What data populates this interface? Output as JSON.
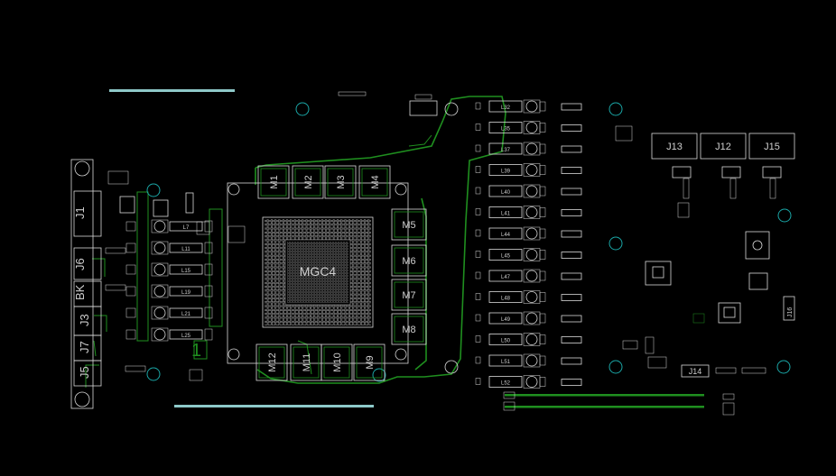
{
  "board": {
    "gpu_label": "MGC4",
    "memory_labels": [
      "M1",
      "M2",
      "M3",
      "M4",
      "M5",
      "M6",
      "M7",
      "M8",
      "M9",
      "M10",
      "M11",
      "M12"
    ],
    "left_connector_labels": [
      "J1",
      "J6",
      "BK",
      "J3",
      "J7",
      "J5"
    ],
    "pad_label": "1",
    "inductors_left": [
      "L7",
      "L11",
      "L15",
      "L19",
      "L21",
      "L25"
    ],
    "inductors_right": [
      "L32",
      "L35",
      "L37",
      "L39",
      "L40",
      "L41",
      "L44",
      "L45",
      "L47",
      "L48",
      "L49",
      "L50",
      "L51",
      "L52"
    ],
    "top_right_connectors": [
      "J13",
      "J12",
      "J15"
    ],
    "misc_labels": [
      "J14",
      "J16"
    ]
  },
  "colors": {
    "silkscreen": "#d9d9d9",
    "trace": "#1f8f1f",
    "mounting_hole": "#1aa6a6",
    "bus_bar": "#8ec9c9",
    "background": "#000000"
  }
}
